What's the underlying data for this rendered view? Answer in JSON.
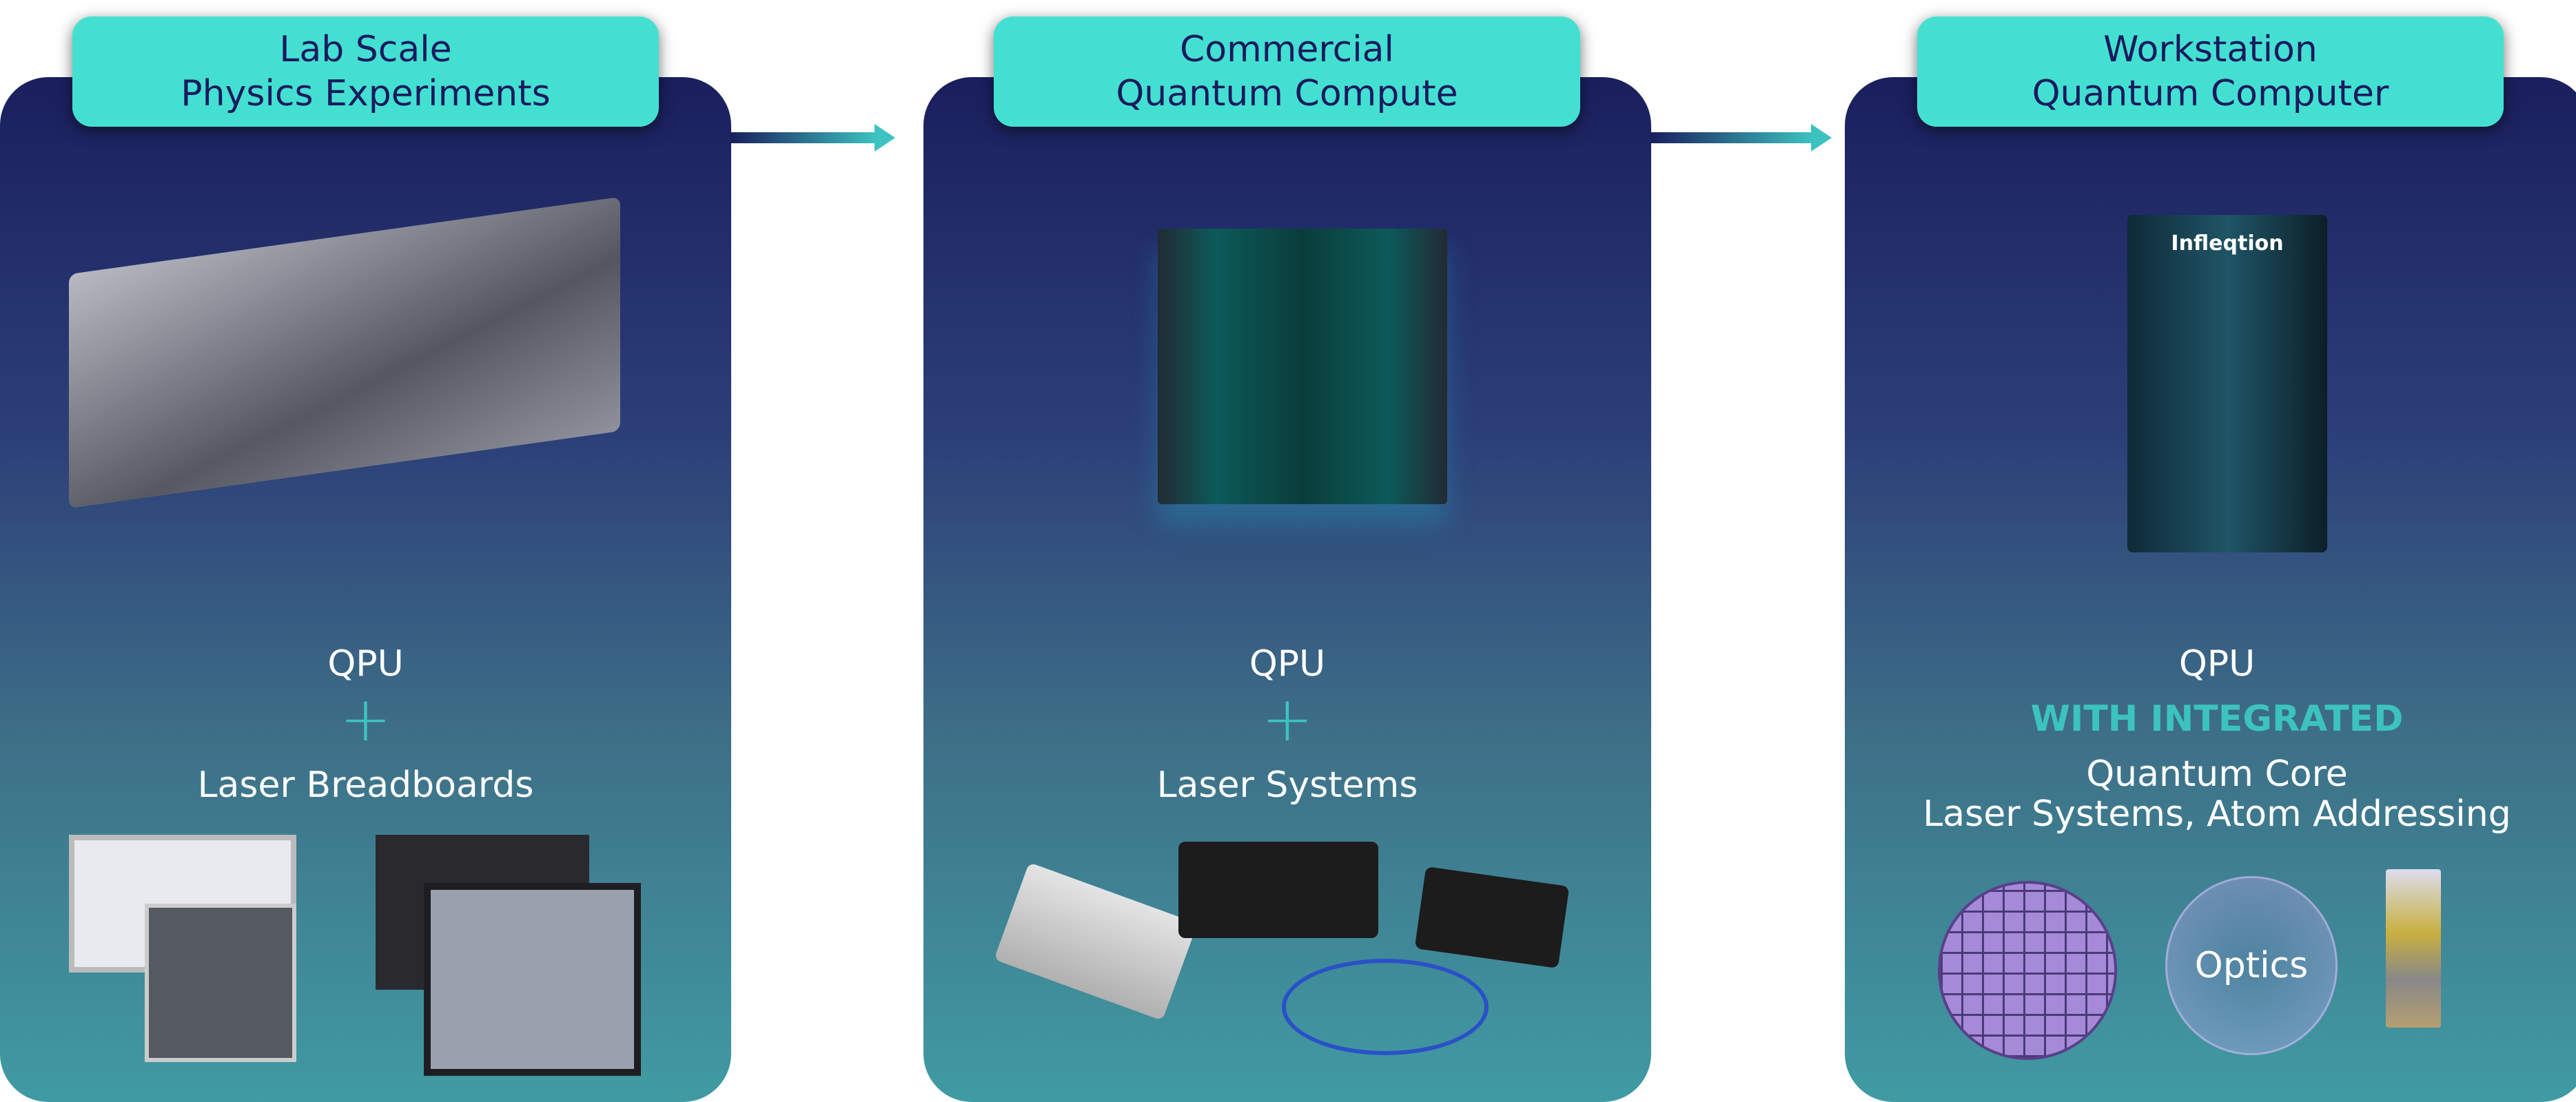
{
  "stages": [
    {
      "title_line1": "Lab Scale",
      "title_line2": "Physics Experiments",
      "qpu": "QPU",
      "plus": "+",
      "component": "Laser Breadboards"
    },
    {
      "title_line1": "Commercial",
      "title_line2": "Quantum Compute",
      "qpu": "QPU",
      "plus": "+",
      "component": "Laser Systems"
    },
    {
      "title_line1": "Workstation",
      "title_line2": "Quantum Computer",
      "qpu": "QPU",
      "integrated": "WITH INTEGRATED",
      "component_line1": "Quantum Core",
      "component_line2": "Laser Systems, Atom Addressing",
      "optics_label": "Optics",
      "logo_text": "Infleqtion"
    }
  ],
  "colors": {
    "tab": "#43e0d2",
    "accent": "#3cc3c0",
    "panel_top": "#1a1f5e",
    "panel_bottom": "#409ba3"
  }
}
